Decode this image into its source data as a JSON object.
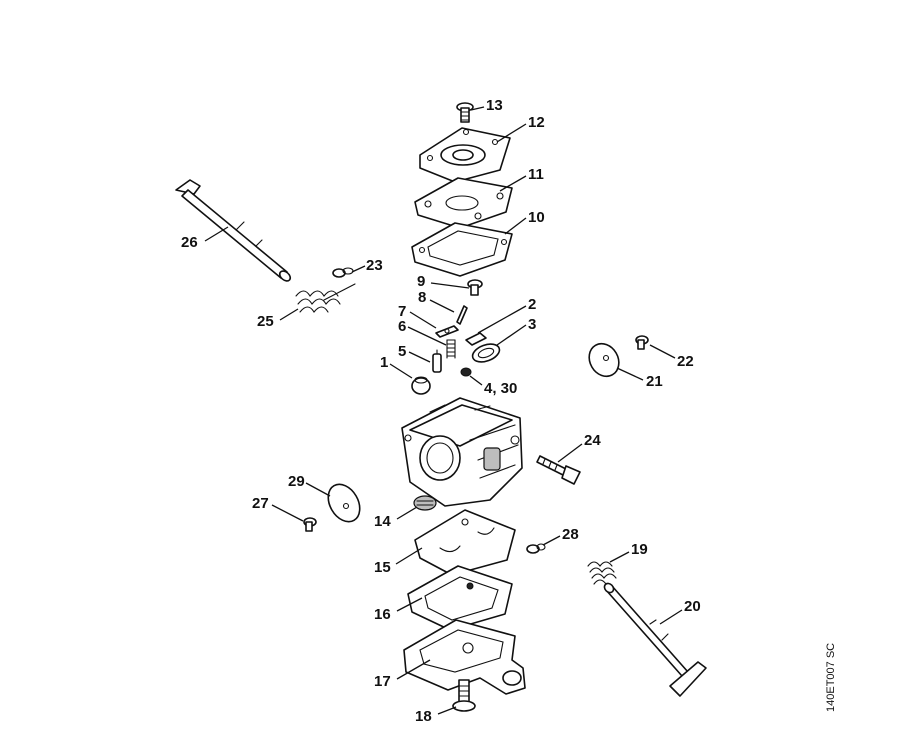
{
  "diagram": {
    "drawing_code": "140ET007 SC",
    "callouts": [
      {
        "id": "c13",
        "label": "13"
      },
      {
        "id": "c12",
        "label": "12"
      },
      {
        "id": "c11",
        "label": "11"
      },
      {
        "id": "c10",
        "label": "10"
      },
      {
        "id": "c26",
        "label": "26"
      },
      {
        "id": "c23",
        "label": "23"
      },
      {
        "id": "c25",
        "label": "25"
      },
      {
        "id": "c9",
        "label": "9"
      },
      {
        "id": "c8",
        "label": "8"
      },
      {
        "id": "c2",
        "label": "2"
      },
      {
        "id": "c7",
        "label": "7"
      },
      {
        "id": "c3",
        "label": "3"
      },
      {
        "id": "c6",
        "label": "6"
      },
      {
        "id": "c5",
        "label": "5"
      },
      {
        "id": "c1",
        "label": "1"
      },
      {
        "id": "c4-30",
        "label": "4, 30"
      },
      {
        "id": "c22",
        "label": "22"
      },
      {
        "id": "c21",
        "label": "21"
      },
      {
        "id": "c24",
        "label": "24"
      },
      {
        "id": "c29",
        "label": "29"
      },
      {
        "id": "c27",
        "label": "27"
      },
      {
        "id": "c14",
        "label": "14"
      },
      {
        "id": "c28",
        "label": "28"
      },
      {
        "id": "c15",
        "label": "15"
      },
      {
        "id": "c19",
        "label": "19"
      },
      {
        "id": "c20",
        "label": "20"
      },
      {
        "id": "c16",
        "label": "16"
      },
      {
        "id": "c17",
        "label": "17"
      },
      {
        "id": "c18",
        "label": "18"
      }
    ]
  }
}
